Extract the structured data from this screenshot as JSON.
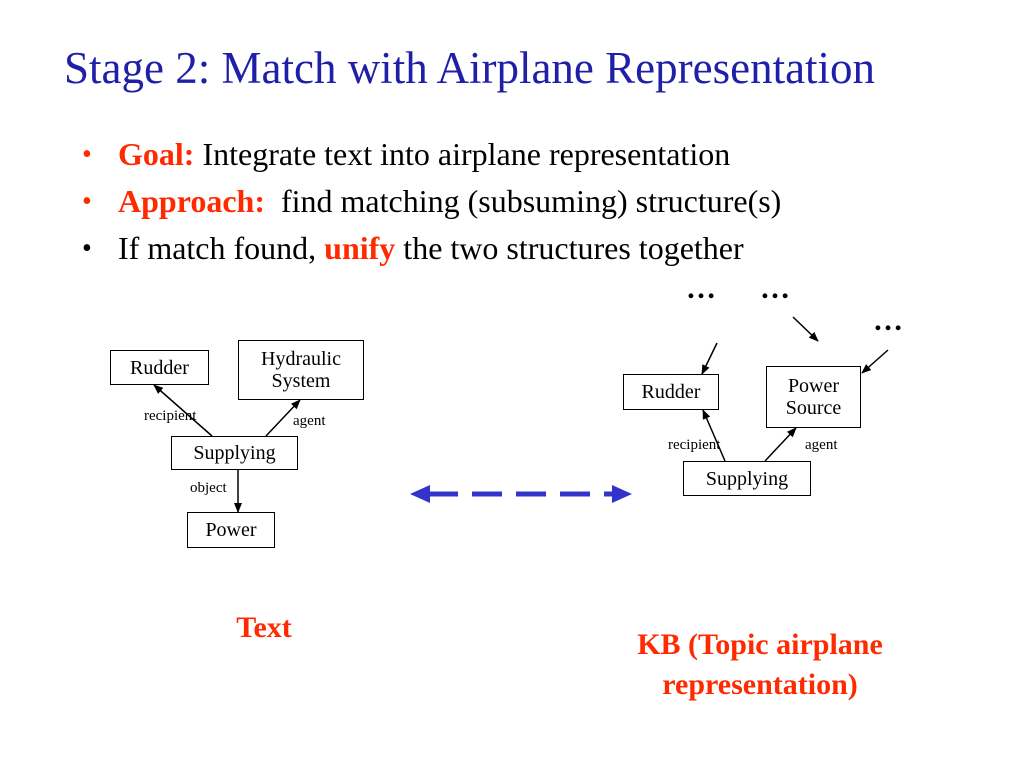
{
  "colors": {
    "title": "#1f1fa8",
    "accent": "#ff2a00",
    "dashed_arrow": "#3333cc"
  },
  "title": "Stage 2: Match with Airplane Representation",
  "bullets": [
    {
      "marker": "•",
      "bold_prefix": "Goal:",
      "text": " Integrate text into airplane representation"
    },
    {
      "marker": "•",
      "bold_prefix": "Approach:",
      "text": "  find matching (subsuming) structure(s)"
    },
    {
      "marker": "•",
      "pre": "If match found, ",
      "bold_mid": "unify",
      "post": " the two structures together"
    }
  ],
  "text_graph": {
    "nodes": {
      "rudder": "Rudder",
      "hydraulic": "Hydraulic System",
      "supplying": "Supplying",
      "power": "Power"
    },
    "edges": {
      "recipient": "recipient",
      "agent": "agent",
      "object": "object"
    },
    "caption": "Text"
  },
  "kb_graph": {
    "nodes": {
      "rudder": "Rudder",
      "power_source": "Power Source",
      "supplying": "Supplying"
    },
    "edges": {
      "recipient": "recipient",
      "agent": "agent"
    },
    "ellipses": [
      "…",
      "…",
      "…"
    ],
    "caption_line1": "KB (Topic airplane",
    "caption_line2": "representation)"
  }
}
